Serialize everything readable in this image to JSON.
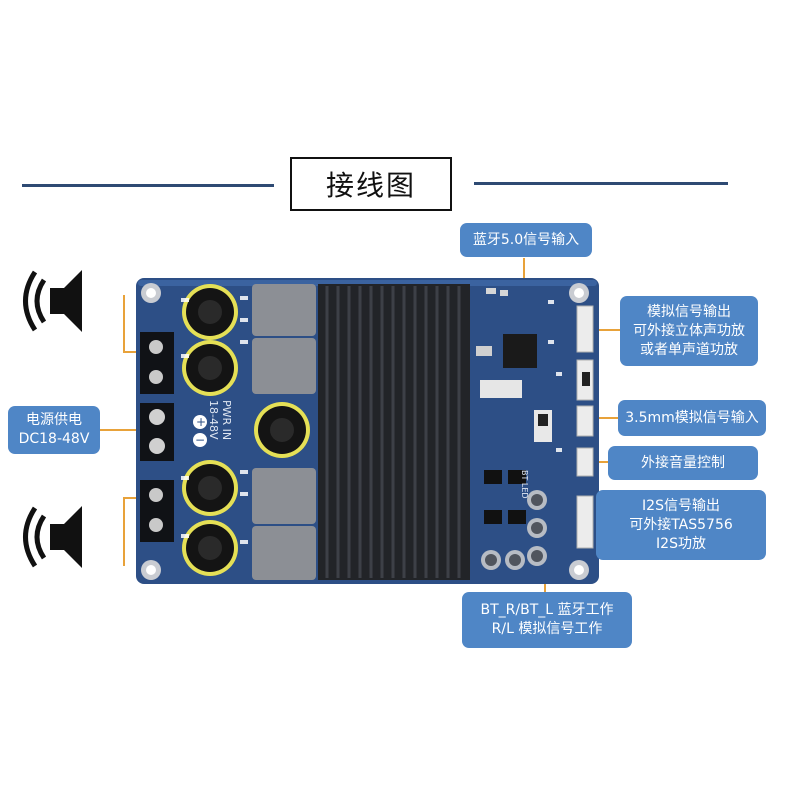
{
  "title": "接线图",
  "labels": {
    "bt_input": "蓝牙5.0信号输入",
    "analog_out_1": "模拟信号输出",
    "analog_out_2": "可外接立体声功放",
    "analog_out_3": "或者单声道功放",
    "aux_input": "3.5mm模拟信号输入",
    "volume": "外接音量控制",
    "i2s_1": "I2S信号输出",
    "i2s_2": "可外接TAS5756",
    "i2s_3": "I2S功放",
    "status_1": "BT_R/BT_L  蓝牙工作",
    "status_2": "R/L  模拟信号工作",
    "power_1": "电源供电",
    "power_2": "DC18-48V"
  },
  "board": {
    "pwr_text_1": "PWR IN",
    "pwr_text_2": "18-48V",
    "plus": "+",
    "minus": "−",
    "led": "BT LED"
  },
  "colors": {
    "label_bg": "#4f86c6",
    "pcb": "#2d4f86",
    "heatsink": "#222428",
    "connector_line": "#e8a23a",
    "rule_line": "#2e4a73"
  },
  "icons": [
    "speaker-icon",
    "speaker-icon"
  ]
}
